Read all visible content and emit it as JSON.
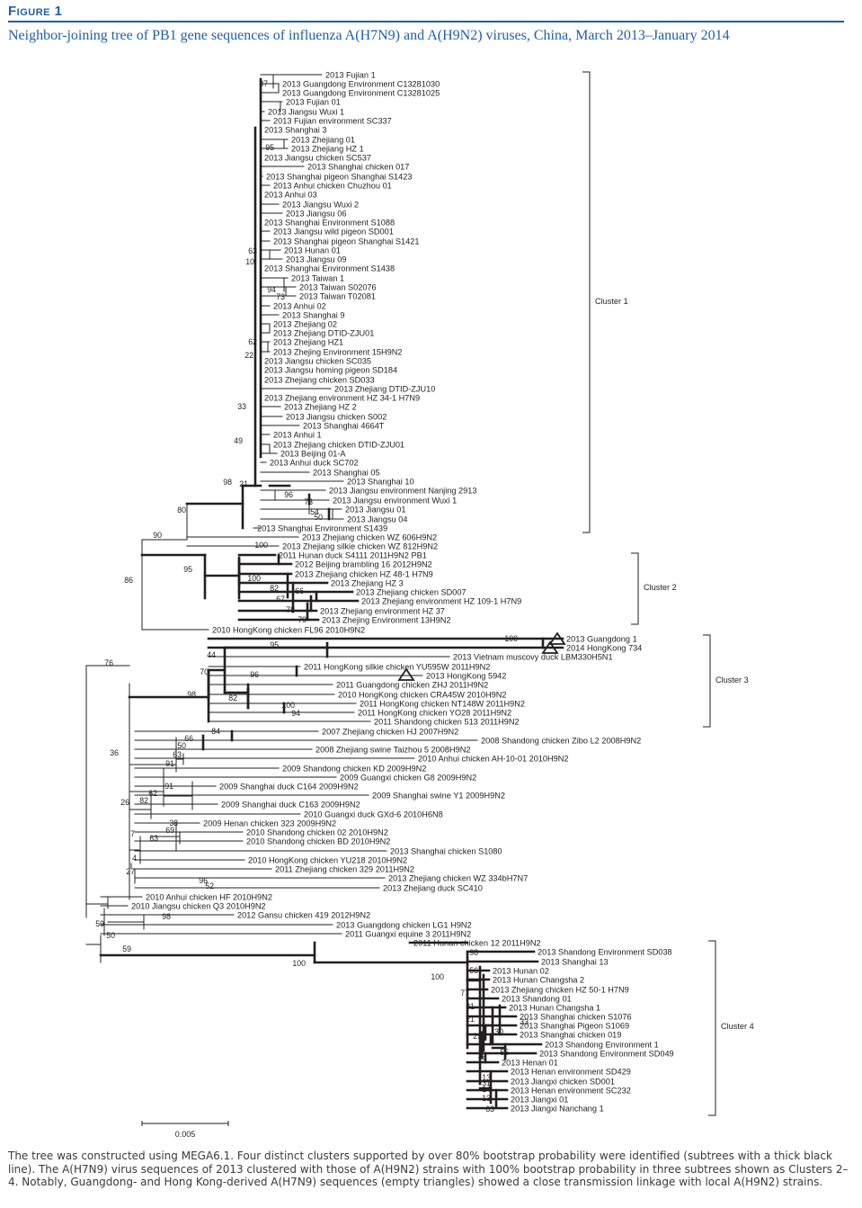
{
  "figure_label": "Figure 1",
  "figure_title": "Neighbor-joining tree of PB1 gene sequences of influenza A(H7N9) and A(H9N2) viruses, China, March 2013–January 2014",
  "caption": "The tree was constructed using MEGA6.1. Four distinct clusters supported by over 80% bootstrap probability were identified (subtrees with a thick black line). The A(H7N9) virus sequences of 2013 clustered with those of A(H9N2) strains with 100% bootstrap probability in three subtrees shown as Clusters 2–4. Notably, Guangdong- and Hong Kong-derived A(H7N9) sequences (empty triangles) showed a close transmission linkage with local A(H9N2) strains.",
  "scale_bar_label": "0.005",
  "scale_bar_value": 0.005,
  "clusters": [
    "Cluster 1",
    "Cluster 2",
    "Cluster 3",
    "Cluster 4"
  ],
  "taxa": [
    "2013 Fujian 1",
    "2013 Guangdong Environment C13281030",
    "2013 Guangdong Environment C13281025",
    "2013 Fujian 01",
    "2013 Jiangsu Wuxi 1",
    "2013 Fujian environment SC337",
    "2013 Shanghai 3",
    "2013 Zhejiang 01",
    "2013 Zhejiang HZ 1",
    "2013 Jiangsu chicken SC537",
    "2013 Shanghai chicken 017",
    "2013 Shanghai pigeon Shanghai S1423",
    "2013 Anhui chicken Chuzhou 01",
    "2013 Anhui 03",
    "2013 Jiangsu Wuxi 2",
    "2013 Jiangsu 06",
    "2013 Shanghai Environment S1088",
    "2013 Jiangsu wild pigeon SD001",
    "2013 Shanghai pigeon Shanghai S1421",
    "2013 Hunan 01",
    "2013 Jiangsu 09",
    "2013 Shanghai Environment S1438",
    "2013 Taiwan 1",
    "2013 Taiwan S02076",
    "2013 Taiwan T02081",
    "2013 Anhui 02",
    "2013 Shanghai 9",
    "2013 Zhejiang 02",
    "2013 Zhejiang DTID-ZJU01",
    "2013 Zhejiang HZ1",
    "2013 Zhejing Environment 15H9N2",
    "2013 Jiangsu chicken SC035",
    "2013 Jiangsu homing pigeon SD184",
    "2013 Zhejiang chicken SD033",
    "2013 Zhejiang DTID-ZJU10",
    "2013 Zhejiang environment HZ 34-1 H7N9",
    "2013 Zhejiang HZ 2",
    "2013 Jiangsu chicken S002",
    "2013 Shanghai 4664T",
    "2013 Anhui 1",
    "2013 Zhejiang chicken DTID-ZJU01",
    "2013 Beijing 01-A",
    "2013 Anhui duck SC702",
    "2013 Shanghai 05",
    "2013 Shanghai 10",
    "2013 Jiangsu environment Nanjing 2913",
    "2013 Jiangsu environment Wuxi 1",
    "2013 Jiangsu 01",
    "2013 Jiangsu 04",
    "2013 Shanghai Environment S1439",
    "2013 Zhejiang chicken WZ 606H9N2",
    "2013 Zhejiang silkie chicken WZ 812H9N2",
    "2011 Hunan duck S4111 2011H9N2 PB1",
    "2012 Beijing brambling 16 2012H9N2",
    "2013 Zhejiang chicken HZ 48-1 H7N9",
    "2013 Zhejiang HZ 3",
    "2013 Zhejiang chicken SD007",
    "2013 Zhejiang environment HZ 109-1 H7N9",
    "2013 Zhejiang environment HZ 37",
    "2013 Zhejing Environment 13H9N2",
    "2010 HongKong chicken FL96 2010H9N2",
    "2013 Guangdong 1",
    "2014 HongKong 734",
    "2013 Vietnam muscovy duck LBM330H5N1",
    "2011 HongKong silkie chicken YU595W 2011H9N2",
    "2013 HongKong 5942",
    "2011 Guangdong chicken ZHJ 2011H9N2",
    "2010 HongKong chicken CRA45W 2010H9N2",
    "2011 HongKong chicken NT148W 2011H9N2",
    "2011 HongKong chicken YO28 2011H9N2",
    "2011 Shandong chicken 513 2011H9N2",
    "2007 Zhejiang chicken HJ 2007H9N2",
    "2008 Shandong chicken Zibo L2 2008H9N2",
    "2008 Zhejiang swine Taizhou 5 2008H9N2",
    "2010 Anhui chicken AH-10-01 2010H9N2",
    "2009 Shandong chicken KD 2009H9N2",
    "2009 Guangxi chicken G8 2009H9N2",
    "2009 Shanghai duck C164 2009H9N2",
    "2009 Shanghai swine Y1 2009H9N2",
    "2009 Shanghai duck C163 2009H9N2",
    "2010 Guangxi duck GXd-6 2010H6N8",
    "2009 Henan chicken 323 2009H9N2",
    "2010 Shandong chicken 02 2010H9N2",
    "2010 Shandong chicken BD 2010H9N2",
    "2013 Shanghai chicken S1080",
    "2010 HongKong chicken YU218 2010H9N2",
    "2011 Zhejiang chicken 329 2011H9N2",
    "2013 Zhejiang chicken WZ 334bH7N7",
    "2013 Zhejiang duck SC410",
    "2010 Anhui chicken HF 2010H9N2",
    "2010 Jiangsu chicken Q3 2010H9N2",
    "2012 Gansu chicken 419 2012H9N2",
    "2013 Guangdong chicken LG1 H9N2",
    "2011 Guangxi equine 3 2011H9N2",
    "2011 Hunan chicken 12 2011H9N2",
    "2013 Shandong Environment SD038",
    "2013 Shanghai 13",
    "2013 Hunan 02",
    "2013 Hunan Changsha 2",
    "2013 Zhejiang chicken HZ 50-1 H7N9",
    "2013 Shandong 01",
    "2013 Hunan Changsha 1",
    "2013 Shanghai chicken S1076",
    "2013 Shanghai Pigeon S1069",
    "2013 Shanghai chicken 019",
    "2013 Shandong Environment 1",
    "2013 Shandong Environment SD049",
    "2013 Henan 01",
    "2013 Henan environment SD429",
    "2013 Jiangxi chicken SD001",
    "2013 Henan environment SC232",
    "2013 Jiangxi 01",
    "2013 Jiangxi Nanchang 1"
  ],
  "bootstrap_labels": [
    "87",
    "95",
    "63",
    "10",
    "94",
    "73",
    "62",
    "22",
    "33",
    "49",
    "98",
    "21",
    "96",
    "73",
    "54",
    "50",
    "80",
    "90",
    "100",
    "95",
    "100",
    "82",
    "66",
    "67",
    "78",
    "79",
    "86",
    "100",
    "95",
    "44",
    "96",
    "70",
    "82",
    "100",
    "94",
    "98",
    "76",
    "84",
    "66",
    "50",
    "63",
    "91",
    "36",
    "91",
    "62",
    "82",
    "26",
    "38",
    "69",
    "63",
    "7",
    "4",
    "27",
    "96",
    "52",
    "98",
    "59",
    "50",
    "59",
    "100",
    "98",
    "100",
    "56",
    "77",
    "31",
    "21",
    "33",
    "30",
    "29",
    "55",
    "15",
    "13",
    "31",
    "14",
    "13",
    "63"
  ],
  "triangle_taxa": [
    "2013 Guangdong 1",
    "2014 HongKong 734",
    "2013 HongKong 5942"
  ]
}
